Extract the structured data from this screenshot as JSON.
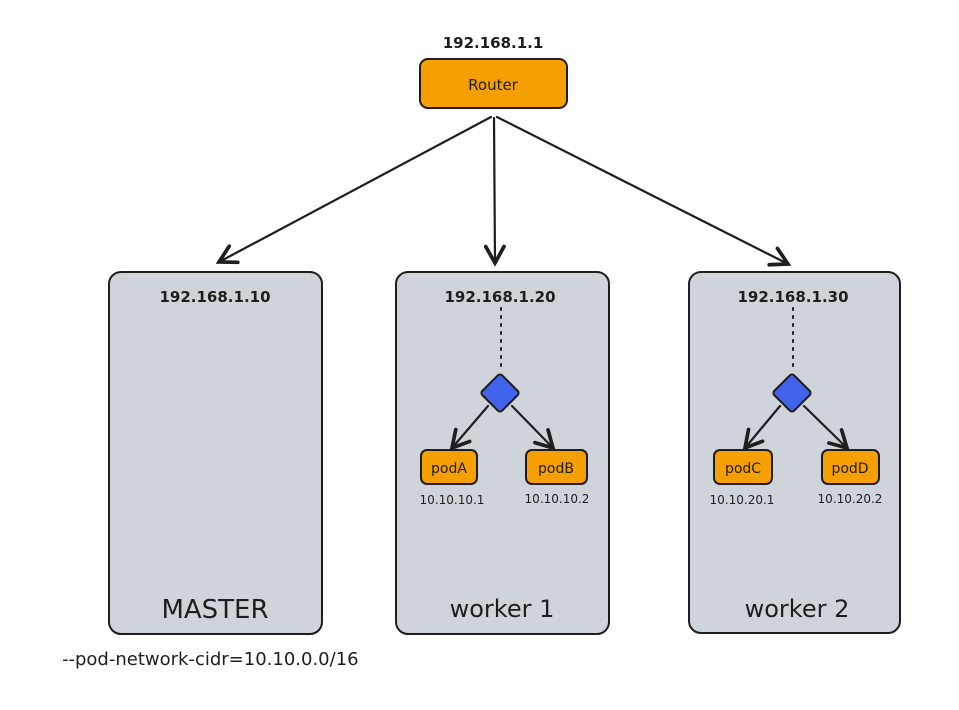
{
  "router": {
    "ip": "192.168.1.1",
    "label": "Router"
  },
  "nodes": [
    {
      "ip": "192.168.1.10",
      "label": "MASTER",
      "pods": []
    },
    {
      "ip": "192.168.1.20",
      "label": "worker 1",
      "pods": [
        {
          "name": "podA",
          "ip": "10.10.10.1"
        },
        {
          "name": "podB",
          "ip": "10.10.10.2"
        }
      ]
    },
    {
      "ip": "192.168.1.30",
      "label": "worker 2",
      "pods": [
        {
          "name": "podC",
          "ip": "10.10.20.1"
        },
        {
          "name": "podD",
          "ip": "10.10.20.2"
        }
      ]
    }
  ],
  "master_flag": "--pod-network-cidr=10.10.0.0/16",
  "colors": {
    "router": "#f59f00",
    "pod": "#f59f00",
    "node": "#ced4da",
    "switch": "#4263eb",
    "stroke": "#1e1e1e"
  },
  "icons": {
    "switch": "diamond-switch-icon"
  }
}
